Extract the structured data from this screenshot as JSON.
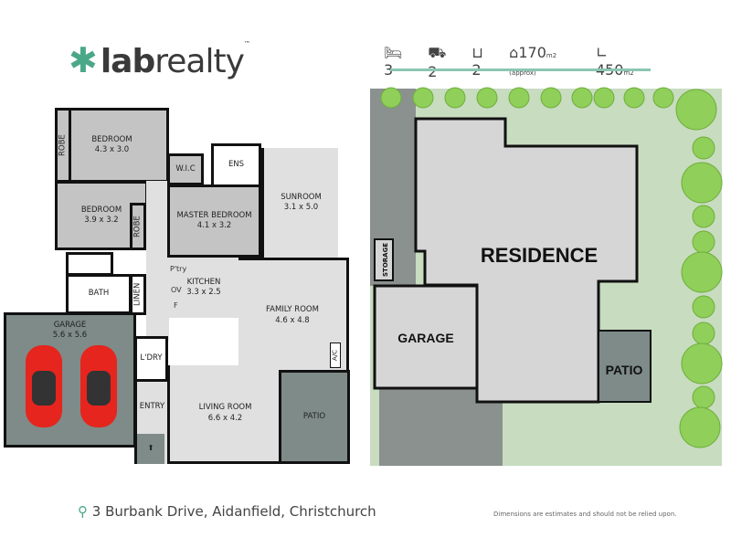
{
  "logo": {
    "text_bold": "lab",
    "text": "realty",
    "tm": "™"
  },
  "stats": {
    "bedrooms": "3",
    "garage": "2",
    "bathrooms": "2",
    "floor_area": "170",
    "floor_unit": "m2 (approx)",
    "land_area": "450",
    "land_unit": "m2"
  },
  "floorplan": {
    "bedroom1": {
      "name": "BEDROOM",
      "size": "4.3 x 3.0"
    },
    "robe1": "ROBE",
    "bedroom2": {
      "name": "BEDROOM",
      "size": "3.9 x 3.2"
    },
    "robe2": "ROBE",
    "wic": "W.I.C",
    "ens": "ENS",
    "master": {
      "name": "MASTER BEDROOM",
      "size": "4.1 x 3.2"
    },
    "sunroom": {
      "name": "SUNROOM",
      "size": "3.1 x 5.0"
    },
    "pantry": "P'try",
    "oven": "OV",
    "fridge": "F",
    "kitchen": {
      "name": "KITCHEN",
      "size": "3.3 x 2.5"
    },
    "bath": "BATH",
    "linen": "LINEN",
    "garage": {
      "name": "GARAGE",
      "size": "5.6 x 5.6"
    },
    "family": {
      "name": "FAMILY ROOM",
      "size": "4.6 x 4.8"
    },
    "ac": "A/C",
    "laundry": "L'DRY",
    "entry": "ENTRY",
    "living": {
      "name": "LIVING ROOM",
      "size": "6.6 x 4.2"
    },
    "patio": "PATIO"
  },
  "siteplan": {
    "residence": "RESIDENCE",
    "garage": "GARAGE",
    "patio": "PATIO",
    "storage": "STORAGE"
  },
  "footer": {
    "address": "3 Burbank Drive, Aidanfield, Christchurch",
    "disclaimer": "Dimensions are estimates and should not be relied upon."
  },
  "colors": {
    "accent": "#4aa889",
    "lawn": "#c8dcc0",
    "tree": "#8fcf5a",
    "room_dark": "#7e8b88"
  }
}
